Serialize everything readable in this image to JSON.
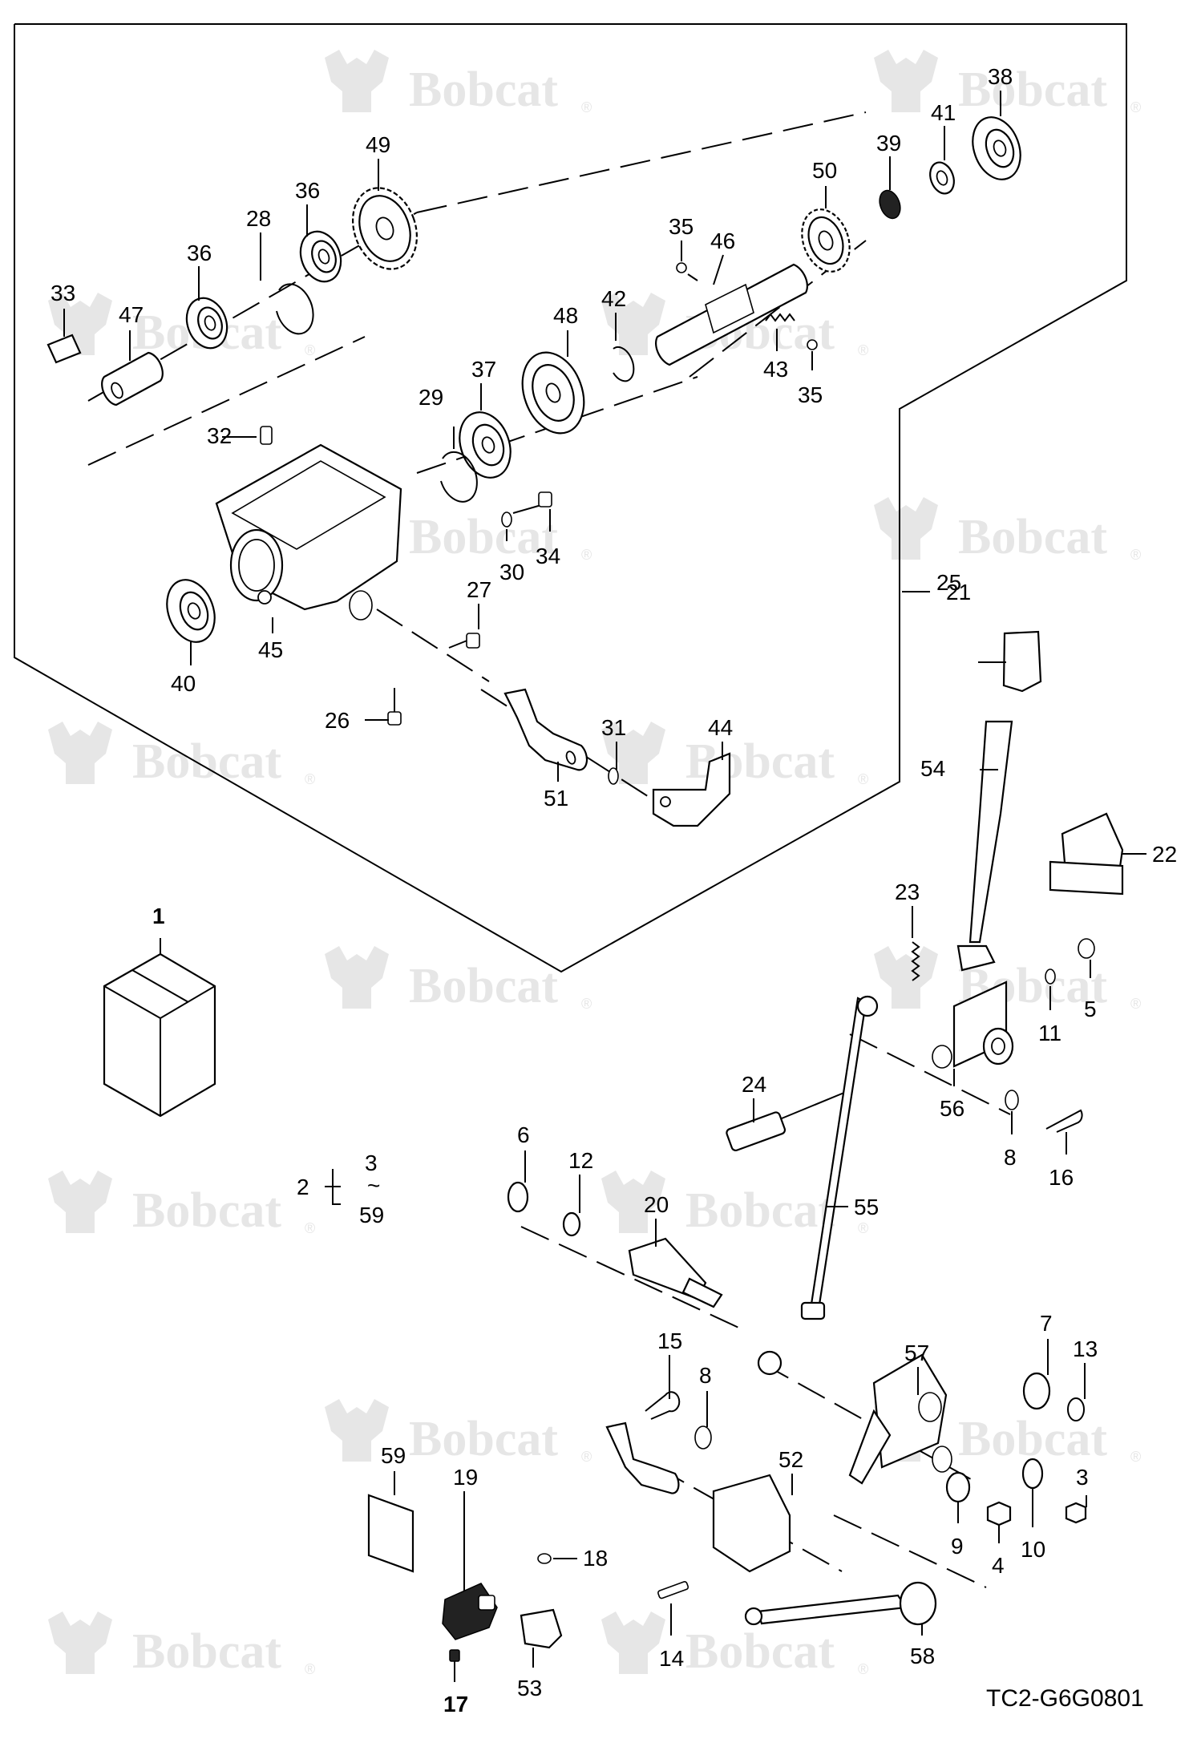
{
  "watermark": {
    "text": "Bobcat",
    "registered": "®"
  },
  "drawing_code": "TC2-G6G0801",
  "set_bracket": {
    "label": "2",
    "range_start": "3",
    "range_sep": "~",
    "range_end": "59"
  },
  "callouts": {
    "1": "1",
    "3": "3",
    "4": "4",
    "5": "5",
    "6": "6",
    "7": "7",
    "8a": "8",
    "8b": "8",
    "9": "9",
    "10": "10",
    "11": "11",
    "12": "12",
    "13": "13",
    "14": "14",
    "15": "15",
    "16": "16",
    "17": "17",
    "18": "18",
    "19": "19",
    "20": "20",
    "21": "21",
    "22": "22",
    "23": "23",
    "24": "24",
    "25": "25",
    "26": "26",
    "27": "27",
    "28": "28",
    "29": "29",
    "30": "30",
    "31": "31",
    "32": "32",
    "33": "33",
    "34": "34",
    "35a": "35",
    "35b": "35",
    "36a": "36",
    "36b": "36",
    "37": "37",
    "38": "38",
    "39": "39",
    "40": "40",
    "41": "41",
    "42": "42",
    "43": "43",
    "44": "44",
    "45": "45",
    "46": "46",
    "47": "47",
    "48": "48",
    "49": "49",
    "50": "50",
    "51": "51",
    "52": "52",
    "53": "53",
    "54": "54",
    "55": "55",
    "56": "56",
    "57": "57",
    "58": "58",
    "59": "59"
  }
}
